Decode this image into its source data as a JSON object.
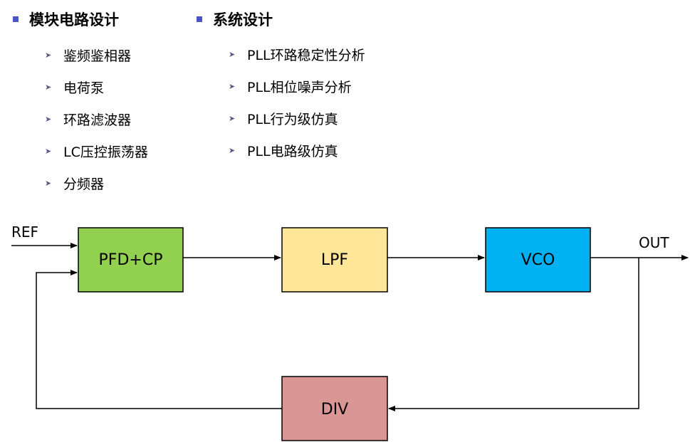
{
  "module_design": {
    "title": "模块电路设计",
    "items": [
      "鉴频鉴相器",
      "电荷泵",
      "环路滤波器",
      "LC压控振荡器",
      "分频器"
    ]
  },
  "system_design": {
    "title": "系统设计",
    "items": [
      "PLL环路稳定性分析",
      "PLL相位噪声分析",
      "PLL行为级仿真",
      "PLL电路级仿真"
    ]
  },
  "diagram": {
    "ref_label": "REF",
    "out_label": "OUT",
    "blocks": {
      "pfd_cp": {
        "label": "PFD+CP",
        "color": "#92d050"
      },
      "lpf": {
        "label": "LPF",
        "color": "#ffe699"
      },
      "vco": {
        "label": "VCO",
        "color": "#00b0f0"
      },
      "div": {
        "label": "DIV",
        "color": "#d99694"
      }
    }
  }
}
